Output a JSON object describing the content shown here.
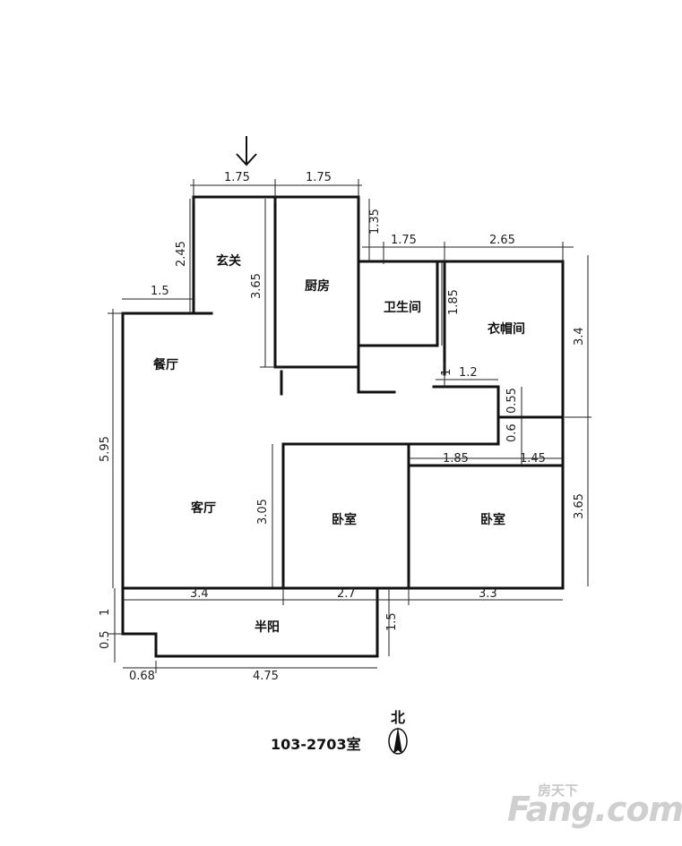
{
  "rooms": {
    "entry": "玄关",
    "kitchen": "厨房",
    "bathroom": "卫生间",
    "wardrobe": "衣帽间",
    "dining": "餐厅",
    "living": "客厅",
    "bedroom1": "卧室",
    "bedroom2": "卧室",
    "balcony": "半阳"
  },
  "dimensions": {
    "top_left": "1.75",
    "top_right": "1.75",
    "kitchen_top": "1.35",
    "bath_width": "1.75",
    "wardrobe_width": "2.65",
    "entry_height": "2.45",
    "kitchen_height": "3.65",
    "entry_offset": "1.5",
    "bath_height": "1.85",
    "right_top": "3.4",
    "corridor_1": "1",
    "corridor_12": "1.2",
    "step_055": "0.55",
    "step_06": "0.6",
    "bed2_left": "1.85",
    "bed2_right": "1.45",
    "left_total": "5.95",
    "bed1_height": "3.05",
    "right_bottom": "3.65",
    "bottom_1": "3.4",
    "bottom_2": "2.7",
    "bottom_3": "3.3",
    "balcony_1": "1",
    "balcony_05": "0.5",
    "balcony_15": "1.5",
    "balcony_068": "0.68",
    "balcony_475": "4.75"
  },
  "unit_title": "103-2703室",
  "north": "北",
  "watermark": {
    "cn": "房天下",
    "en": "Fang.com"
  }
}
